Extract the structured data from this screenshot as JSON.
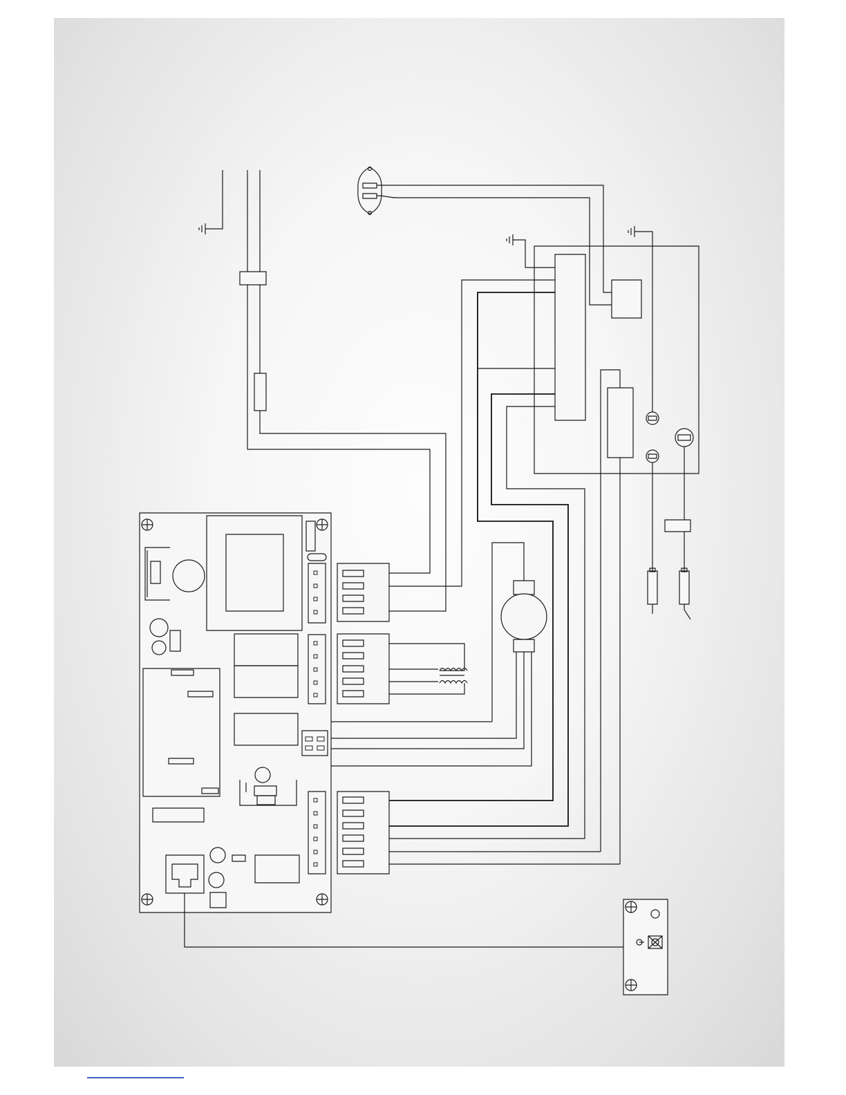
{
  "colors": {
    "line": "#1a1a1a",
    "sheet": "#f4f4f4",
    "underline": "#3a5ec8"
  },
  "components": [
    "ground-symbol",
    "power-cord",
    "cord-strain-relief",
    "inline-fuse",
    "thermal-switch",
    "gas-valve",
    "valve-terminal-block",
    "valve-relay",
    "valve-coil",
    "pilot-terminal",
    "igniter-terminal",
    "igniter-electrode",
    "flame-sensor-electrode",
    "blower-motor",
    "transformer",
    "control-board",
    "wall-switch-plate"
  ]
}
